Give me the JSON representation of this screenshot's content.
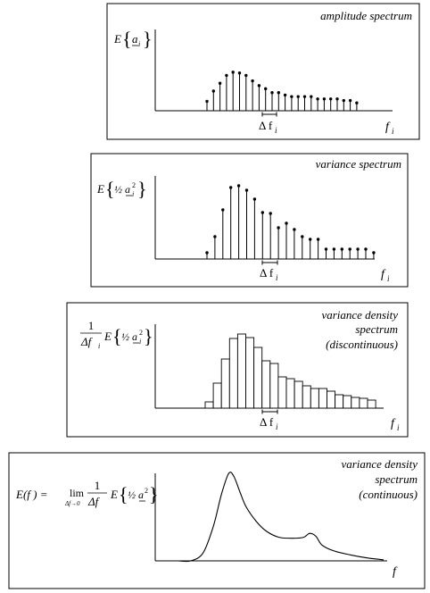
{
  "panels": [
    {
      "id": "amplitude",
      "title": "amplitude spectrum",
      "ylabel": {
        "pre": "E",
        "inner": "a",
        "sub": "i",
        "sup": ""
      },
      "delta_label": "Δ f",
      "delta_sub": "i",
      "xlabel": "f",
      "xlabel_sub": "i",
      "type": "stems",
      "values": [
        0.12,
        0.25,
        0.35,
        0.45,
        0.49,
        0.48,
        0.45,
        0.38,
        0.32,
        0.28,
        0.23,
        0.23,
        0.2,
        0.18,
        0.18,
        0.18,
        0.18,
        0.15,
        0.15,
        0.15,
        0.15,
        0.13,
        0.13,
        0.1
      ]
    },
    {
      "id": "variance",
      "title": "variance spectrum",
      "ylabel": {
        "pre": "E",
        "inner": "½ a",
        "sub": "i",
        "sup": "2"
      },
      "delta_label": "Δ f",
      "delta_sub": "i",
      "xlabel": "f",
      "xlabel_sub": "i",
      "type": "stems",
      "values": [
        0.07,
        0.25,
        0.55,
        0.8,
        0.82,
        0.77,
        0.67,
        0.52,
        0.51,
        0.35,
        0.4,
        0.33,
        0.25,
        0.22,
        0.22,
        0.11,
        0.11,
        0.11,
        0.11,
        0.11,
        0.11,
        0.07
      ]
    },
    {
      "id": "variance-density-discontinuous",
      "title_lines": [
        "variance density",
        "spectrum",
        "(discontinuous)"
      ],
      "ylabel": {
        "frac_num": "1",
        "frac_den": "Δf",
        "frac_den_sub": "i",
        "pre": "E",
        "inner": "½ a",
        "sub": "i",
        "sup": "2"
      },
      "delta_label": "Δ f",
      "delta_sub": "i",
      "xlabel": "f",
      "xlabel_sub": "i",
      "type": "bars",
      "values": [
        0.07,
        0.28,
        0.55,
        0.78,
        0.83,
        0.79,
        0.68,
        0.53,
        0.5,
        0.35,
        0.33,
        0.3,
        0.25,
        0.22,
        0.22,
        0.19,
        0.15,
        0.14,
        0.12,
        0.11,
        0.09
      ]
    },
    {
      "id": "variance-density-continuous",
      "title_lines": [
        "variance density",
        "spectrum",
        "(continuous)"
      ],
      "ylabel": {
        "lhs": "E(f ) =",
        "lim": "lim",
        "lim_sub": "Δf→0",
        "frac_num": "1",
        "frac_den": "Δf",
        "pre": "E",
        "inner": "½ a",
        "sup": "2"
      },
      "xlabel": "f",
      "type": "curve",
      "curve": [
        [
          0.0,
          0.0
        ],
        [
          0.06,
          0.0
        ],
        [
          0.12,
          0.08
        ],
        [
          0.17,
          0.35
        ],
        [
          0.21,
          0.68
        ],
        [
          0.245,
          0.89
        ],
        [
          0.27,
          0.86
        ],
        [
          0.3,
          0.7
        ],
        [
          0.33,
          0.55
        ],
        [
          0.38,
          0.4
        ],
        [
          0.43,
          0.3
        ],
        [
          0.49,
          0.24
        ],
        [
          0.56,
          0.23
        ],
        [
          0.61,
          0.24
        ],
        [
          0.64,
          0.28
        ],
        [
          0.67,
          0.25
        ],
        [
          0.7,
          0.16
        ],
        [
          0.76,
          0.1
        ],
        [
          0.84,
          0.06
        ],
        [
          0.92,
          0.03
        ],
        [
          1.0,
          0.01
        ]
      ]
    }
  ]
}
